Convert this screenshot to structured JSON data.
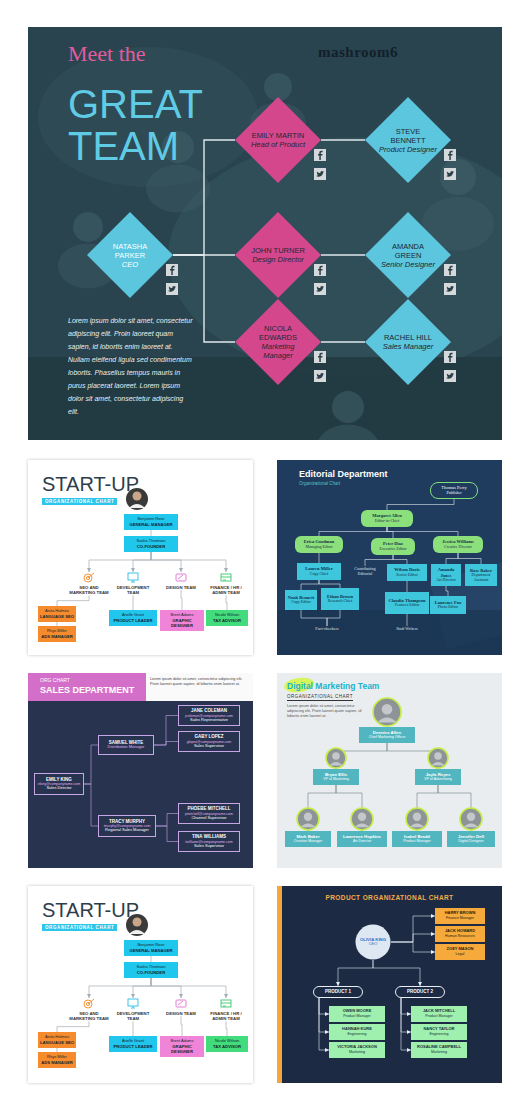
{
  "diagram": {
    "nodes": [
      {
        "text": [
          "Meet the",
          "GREAT TEAM",
          "Lorem ipsum dolor sit amet, consectetur adipiscing elit. Proin laoreet quam sapien, id lobortis enim laoreet at. Nullam eleifend ligula sed condimentum lobortis. Phasellus tempus mauris in purus placerat laoreet. Lorem ipsum dolor sit amet, consectetur adipiscing elit."
        ]
      },
      {
        "text": [
          "NATASHA PARKER",
          "CEO"
        ],
        "in": 0
      },
      {
        "text": [
          "EMILY MARTIN",
          "Head of Product"
        ],
        "in": 0
      },
      {
        "text": [
          "STEVE BENNETT",
          "Product Designer"
        ],
        "in": 0
      },
      {
        "text": [
          "JOHN TURNER",
          "Design Director"
        ],
        "in": 0
      },
      {
        "text": [
          "AMANDA GREEN",
          "Senior Designer"
        ],
        "in": 0
      },
      {
        "text": [
          "NICOLA EDWARDS",
          "Marketing Manager"
        ],
        "in": 0
      },
      {
        "text": [
          "RACHEL HILL",
          "Sales Manager"
        ],
        "in": 0
      },
      {
        "text": [
          "START-UP",
          "ORGANIZATIONAL CHART"
        ]
      },
      {
        "text": [
          "Benjamin Rose",
          "GENERAL MANAGER"
        ],
        "in": 8
      },
      {
        "text": [
          "Sasha Thomson",
          "CO-FOUNDER"
        ],
        "in": 8
      },
      {
        "text": [
          "SEO AND MARKETING TEAM"
        ],
        "in": 8
      },
      {
        "text": [
          "DEVELOPMENT TEAM"
        ],
        "in": 8
      },
      {
        "text": [
          "DESIGN TEAM"
        ],
        "in": 8
      },
      {
        "text": [
          "FINANCE / HR / ADMIN TEAM"
        ],
        "in": 8
      },
      {
        "text": [
          "Anita Holmes",
          "LANGUAGE SEO"
        ],
        "in": 8
      },
      {
        "text": [
          "Rhys Miller",
          "ADS MANAGER"
        ],
        "in": 8
      },
      {
        "text": [
          "Arielle Grant",
          "PRODUCT LEADER"
        ],
        "in": 8
      },
      {
        "text": [
          "Brent Adams",
          "GRAPHIC DESIGNER"
        ],
        "in": 8
      },
      {
        "text": [
          "Nicole Wilson",
          "TAX ADVISOR"
        ],
        "in": 8
      },
      {
        "text": [
          "Editorial Department",
          "Organizational Chart"
        ]
      },
      {
        "text": [
          "Thomas Perry",
          "Publisher"
        ],
        "in": 20
      },
      {
        "text": [
          "Margaret Allen",
          "Editor-in-Chief"
        ],
        "in": 20
      },
      {
        "text": [
          "Erica Goodman",
          "Managing Editor"
        ],
        "in": 20
      },
      {
        "text": [
          "Peter Diaz",
          "Executive Editor"
        ],
        "in": 20
      },
      {
        "text": [
          "Jessica Williams",
          "Creative Director"
        ],
        "in": 20
      },
      {
        "text": [
          "Lauren Miller",
          "Copy Chief"
        ],
        "in": 20
      },
      {
        "text": [
          "Contributing Editorial"
        ],
        "in": 20
      },
      {
        "text": [
          "Wilson Davis",
          "Senior Editor"
        ],
        "in": 20
      },
      {
        "text": [
          "Amanda Jones",
          "Art Director"
        ],
        "in": 20
      },
      {
        "text": [
          "Rose Baker",
          "Department Assistant"
        ],
        "in": 20
      },
      {
        "text": [
          "Noah Bennett",
          "Copy Editor"
        ],
        "in": 20
      },
      {
        "text": [
          "Ethan Brown",
          "Research Chief"
        ],
        "in": 20
      },
      {
        "text": [
          "Claudia Thompson",
          "Features Editor"
        ],
        "in": 20
      },
      {
        "text": [
          "Laurence Fox",
          "Photo Editor"
        ],
        "in": 20
      },
      {
        "text": [
          "Fact-checkers"
        ],
        "in": 20
      },
      {
        "text": [
          "Staff Writers"
        ],
        "in": 20
      },
      {
        "text": [
          "ORG CHART",
          "SALES DEPARTMENT",
          "Lorem ipsum dolor sit amet, consectetur adipiscing elit. Proin laoreet quam sapien, id lobortis enim laoreet at."
        ]
      },
      {
        "text": [
          "EMILY KING",
          "eking@companyname.com",
          "Sales Director"
        ],
        "in": 37
      },
      {
        "text": [
          "SAMUEL WHITE",
          "Distribution Manager"
        ],
        "in": 37
      },
      {
        "text": [
          "JANE COLEMAN",
          "jcoleman@companyname.com",
          "Sales Representative"
        ],
        "in": 37
      },
      {
        "text": [
          "GABY LOPEZ",
          "glopez@companyname.com",
          "Sales Supervisor"
        ],
        "in": 37
      },
      {
        "text": [
          "TRACY MURPHY",
          "tmurphy@companyname.com",
          "Regional Sales Manager"
        ],
        "in": 37
      },
      {
        "text": [
          "PHOEBE MITCHELL",
          "pmitchell@companyname.com",
          "Channel Supervisor"
        ],
        "in": 37
      },
      {
        "text": [
          "TINA WILLIAMS",
          "twilliams@companyname.com",
          "Sales Supervisor"
        ],
        "in": 37
      },
      {
        "text": [
          "Digital Marketing Team",
          "ORGANIZATIONAL CHART",
          "Lorem ipsum dolor sit amet, consectetur adipiscing elit. Proin laoreet quam sapien, id lobortis enim laoreet at."
        ]
      },
      {
        "text": [
          "Dennise Allen",
          "Chief Marketing Officer"
        ],
        "in": 45
      },
      {
        "text": [
          "Bryan Ellis",
          "VP of Marketing"
        ],
        "in": 45
      },
      {
        "text": [
          "Jayla Reyes",
          "VP of Advertising"
        ],
        "in": 45
      },
      {
        "text": [
          "Mark Baker",
          "Creative Manager"
        ],
        "in": 45
      },
      {
        "text": [
          "Lawrence Hopkins",
          "Art Director"
        ],
        "in": 45
      },
      {
        "text": [
          "Isabel Bradd",
          "Product Manager"
        ],
        "in": 45
      },
      {
        "text": [
          "Jennifer Dell",
          "Digital Designer"
        ],
        "in": 45
      },
      {
        "text": [
          "START-UP",
          "ORGANIZATIONAL CHART"
        ]
      },
      {
        "text": [
          "Benjamin Rose",
          "GENERAL MANAGER"
        ],
        "in": 53
      },
      {
        "text": [
          "Sasha Thomson",
          "CO-FOUNDER"
        ],
        "in": 53
      },
      {
        "text": [
          "SEO AND MARKETING TEAM"
        ],
        "in": 53
      },
      {
        "text": [
          "DEVELOPMENT TEAM"
        ],
        "in": 53
      },
      {
        "text": [
          "DESIGN TEAM"
        ],
        "in": 53
      },
      {
        "text": [
          "FINANCE / HR / ADMIN TEAM"
        ],
        "in": 53
      },
      {
        "text": [
          "Anita Holmes",
          "LANGUAGE SEO"
        ],
        "in": 53
      },
      {
        "text": [
          "Rhys Miller",
          "ADS MANAGER"
        ],
        "in": 53
      },
      {
        "text": [
          "Arielle Grant",
          "PRODUCT LEADER"
        ],
        "in": 53
      },
      {
        "text": [
          "Brent Adams",
          "GRAPHIC DESIGNER"
        ],
        "in": 53
      },
      {
        "text": [
          "Nicole Wilson",
          "TAX ADVISOR"
        ],
        "in": 53
      },
      {
        "text": [
          "PRODUCT ORGANIZATIONAL CHART"
        ]
      },
      {
        "text": [
          "OLIVIA KING",
          "CEO"
        ],
        "in": 65
      },
      {
        "text": [
          "HARRY BROWN",
          "Finance Manager"
        ],
        "in": 65
      },
      {
        "text": [
          "JACK HOWARD",
          "Human Resources"
        ],
        "in": 65
      },
      {
        "text": [
          "ZOEY MASON",
          "Legal"
        ],
        "in": 65
      },
      {
        "text": [
          "PRODUCT 1"
        ],
        "in": 65
      },
      {
        "text": [
          "PRODUCT 2"
        ],
        "in": 65
      },
      {
        "text": [
          "OWEN MOORE",
          "Product Manager"
        ],
        "in": 65
      },
      {
        "text": [
          "HANNAH KURE",
          "Engineering"
        ],
        "in": 65
      },
      {
        "text": [
          "VICTORIA JACKSON",
          "Marketing"
        ],
        "in": 65
      },
      {
        "text": [
          "JACK MITCHELL",
          "Product Manager"
        ],
        "in": 65
      },
      {
        "text": [
          "NANCY TAYLOR",
          "Engineering"
        ],
        "in": 65
      },
      {
        "text": [
          "ROSALINE CAMPBELL",
          "Marketing"
        ],
        "in": 65
      }
    ],
    "edges": [
      {
        "from": 1,
        "to": 2,
        "arrow": "none"
      },
      {
        "from": 1,
        "to": 4,
        "arrow": "none"
      },
      {
        "from": 1,
        "to": 6,
        "arrow": "none"
      },
      {
        "from": 2,
        "to": 3,
        "arrow": "none"
      },
      {
        "from": 4,
        "to": 5,
        "arrow": "none"
      },
      {
        "from": 6,
        "to": 7,
        "arrow": "none"
      },
      {
        "from": 9,
        "to": 10,
        "arrow": "none"
      },
      {
        "from": 10,
        "to": 11,
        "arrow": "to"
      },
      {
        "from": 10,
        "to": 12,
        "arrow": "to"
      },
      {
        "from": 10,
        "to": 13,
        "arrow": "to"
      },
      {
        "from": 10,
        "to": 14,
        "arrow": "to"
      },
      {
        "from": 11,
        "to": 15,
        "arrow": "none"
      },
      {
        "from": 15,
        "to": 16,
        "arrow": "none"
      },
      {
        "from": 12,
        "to": 17,
        "arrow": "none"
      },
      {
        "from": 13,
        "to": 18,
        "arrow": "none"
      },
      {
        "from": 14,
        "to": 19,
        "arrow": "none"
      },
      {
        "from": 21,
        "to": 22,
        "arrow": "none"
      },
      {
        "from": 22,
        "to": 23,
        "arrow": "none"
      },
      {
        "from": 22,
        "to": 24,
        "arrow": "none"
      },
      {
        "from": 22,
        "to": 25,
        "arrow": "none"
      },
      {
        "from": 23,
        "to": 26,
        "arrow": "none"
      },
      {
        "from": 24,
        "to": 27,
        "arrow": "none"
      },
      {
        "from": 24,
        "to": 28,
        "arrow": "none"
      },
      {
        "from": 25,
        "to": 29,
        "arrow": "none"
      },
      {
        "from": 25,
        "to": 30,
        "arrow": "none"
      },
      {
        "from": 26,
        "to": 31,
        "arrow": "none"
      },
      {
        "from": 26,
        "to": 32,
        "arrow": "none"
      },
      {
        "from": 28,
        "to": 33,
        "arrow": "none"
      },
      {
        "from": 29,
        "to": 34,
        "arrow": "none"
      },
      {
        "from": 31,
        "to": 35,
        "arrow": "none"
      },
      {
        "from": 32,
        "to": 35,
        "arrow": "none"
      },
      {
        "from": 33,
        "to": 36,
        "arrow": "none"
      },
      {
        "from": 38,
        "to": 39,
        "arrow": "none"
      },
      {
        "from": 38,
        "to": 42,
        "arrow": "none"
      },
      {
        "from": 39,
        "to": 40,
        "arrow": "none"
      },
      {
        "from": 39,
        "to": 41,
        "arrow": "none"
      },
      {
        "from": 42,
        "to": 43,
        "arrow": "none"
      },
      {
        "from": 42,
        "to": 44,
        "arrow": "none"
      },
      {
        "from": 46,
        "to": 47,
        "arrow": "none"
      },
      {
        "from": 46,
        "to": 48,
        "arrow": "none"
      },
      {
        "from": 47,
        "to": 49,
        "arrow": "none"
      },
      {
        "from": 47,
        "to": 50,
        "arrow": "none"
      },
      {
        "from": 48,
        "to": 51,
        "arrow": "none"
      },
      {
        "from": 48,
        "to": 52,
        "arrow": "none"
      },
      {
        "from": 54,
        "to": 55,
        "arrow": "none"
      },
      {
        "from": 55,
        "to": 56,
        "arrow": "to"
      },
      {
        "from": 55,
        "to": 57,
        "arrow": "to"
      },
      {
        "from": 55,
        "to": 58,
        "arrow": "to"
      },
      {
        "from": 55,
        "to": 59,
        "arrow": "to"
      },
      {
        "from": 56,
        "to": 60,
        "arrow": "none"
      },
      {
        "from": 60,
        "to": 61,
        "arrow": "none"
      },
      {
        "from": 57,
        "to": 62,
        "arrow": "none"
      },
      {
        "from": 58,
        "to": 63,
        "arrow": "none"
      },
      {
        "from": 59,
        "to": 64,
        "arrow": "none"
      },
      {
        "from": 66,
        "to": 67,
        "arrow": "to"
      },
      {
        "from": 66,
        "to": 68,
        "arrow": "to"
      },
      {
        "from": 66,
        "to": 69,
        "arrow": "to"
      },
      {
        "from": 66,
        "to": 70,
        "arrow": "to"
      },
      {
        "from": 66,
        "to": 71,
        "arrow": "to"
      },
      {
        "from": 70,
        "to": 72,
        "arrow": "to"
      },
      {
        "from": 70,
        "to": 73,
        "arrow": "to"
      },
      {
        "from": 70,
        "to": 74,
        "arrow": "to"
      },
      {
        "from": 71,
        "to": 75,
        "arrow": "to"
      },
      {
        "from": 71,
        "to": 76,
        "arrow": "to"
      },
      {
        "from": 71,
        "to": 77,
        "arrow": "to"
      }
    ],
    "labels": [
      "mashroom6"
    ]
  }
}
